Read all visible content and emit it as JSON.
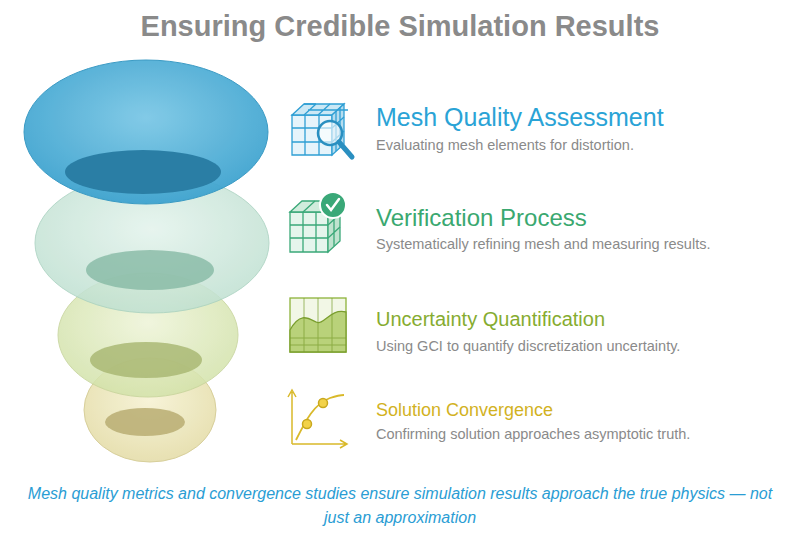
{
  "diagram": {
    "title": "Ensuring Credible Simulation Results",
    "labels": [
      "Mesh Quality Assessment",
      "Evaluating mesh elements for distortion.",
      "Verification Process",
      "Systematically refining mesh and measuring results.",
      "Uncertainty Quantification",
      "Using GCI to quantify discretization uncertainty.",
      "Solution Convergence",
      "Confirming solution approaches asymptotic truth."
    ],
    "caption": "Mesh quality metrics and convergence studies ensure simulation results approach the true physics — not just an approximation"
  }
}
